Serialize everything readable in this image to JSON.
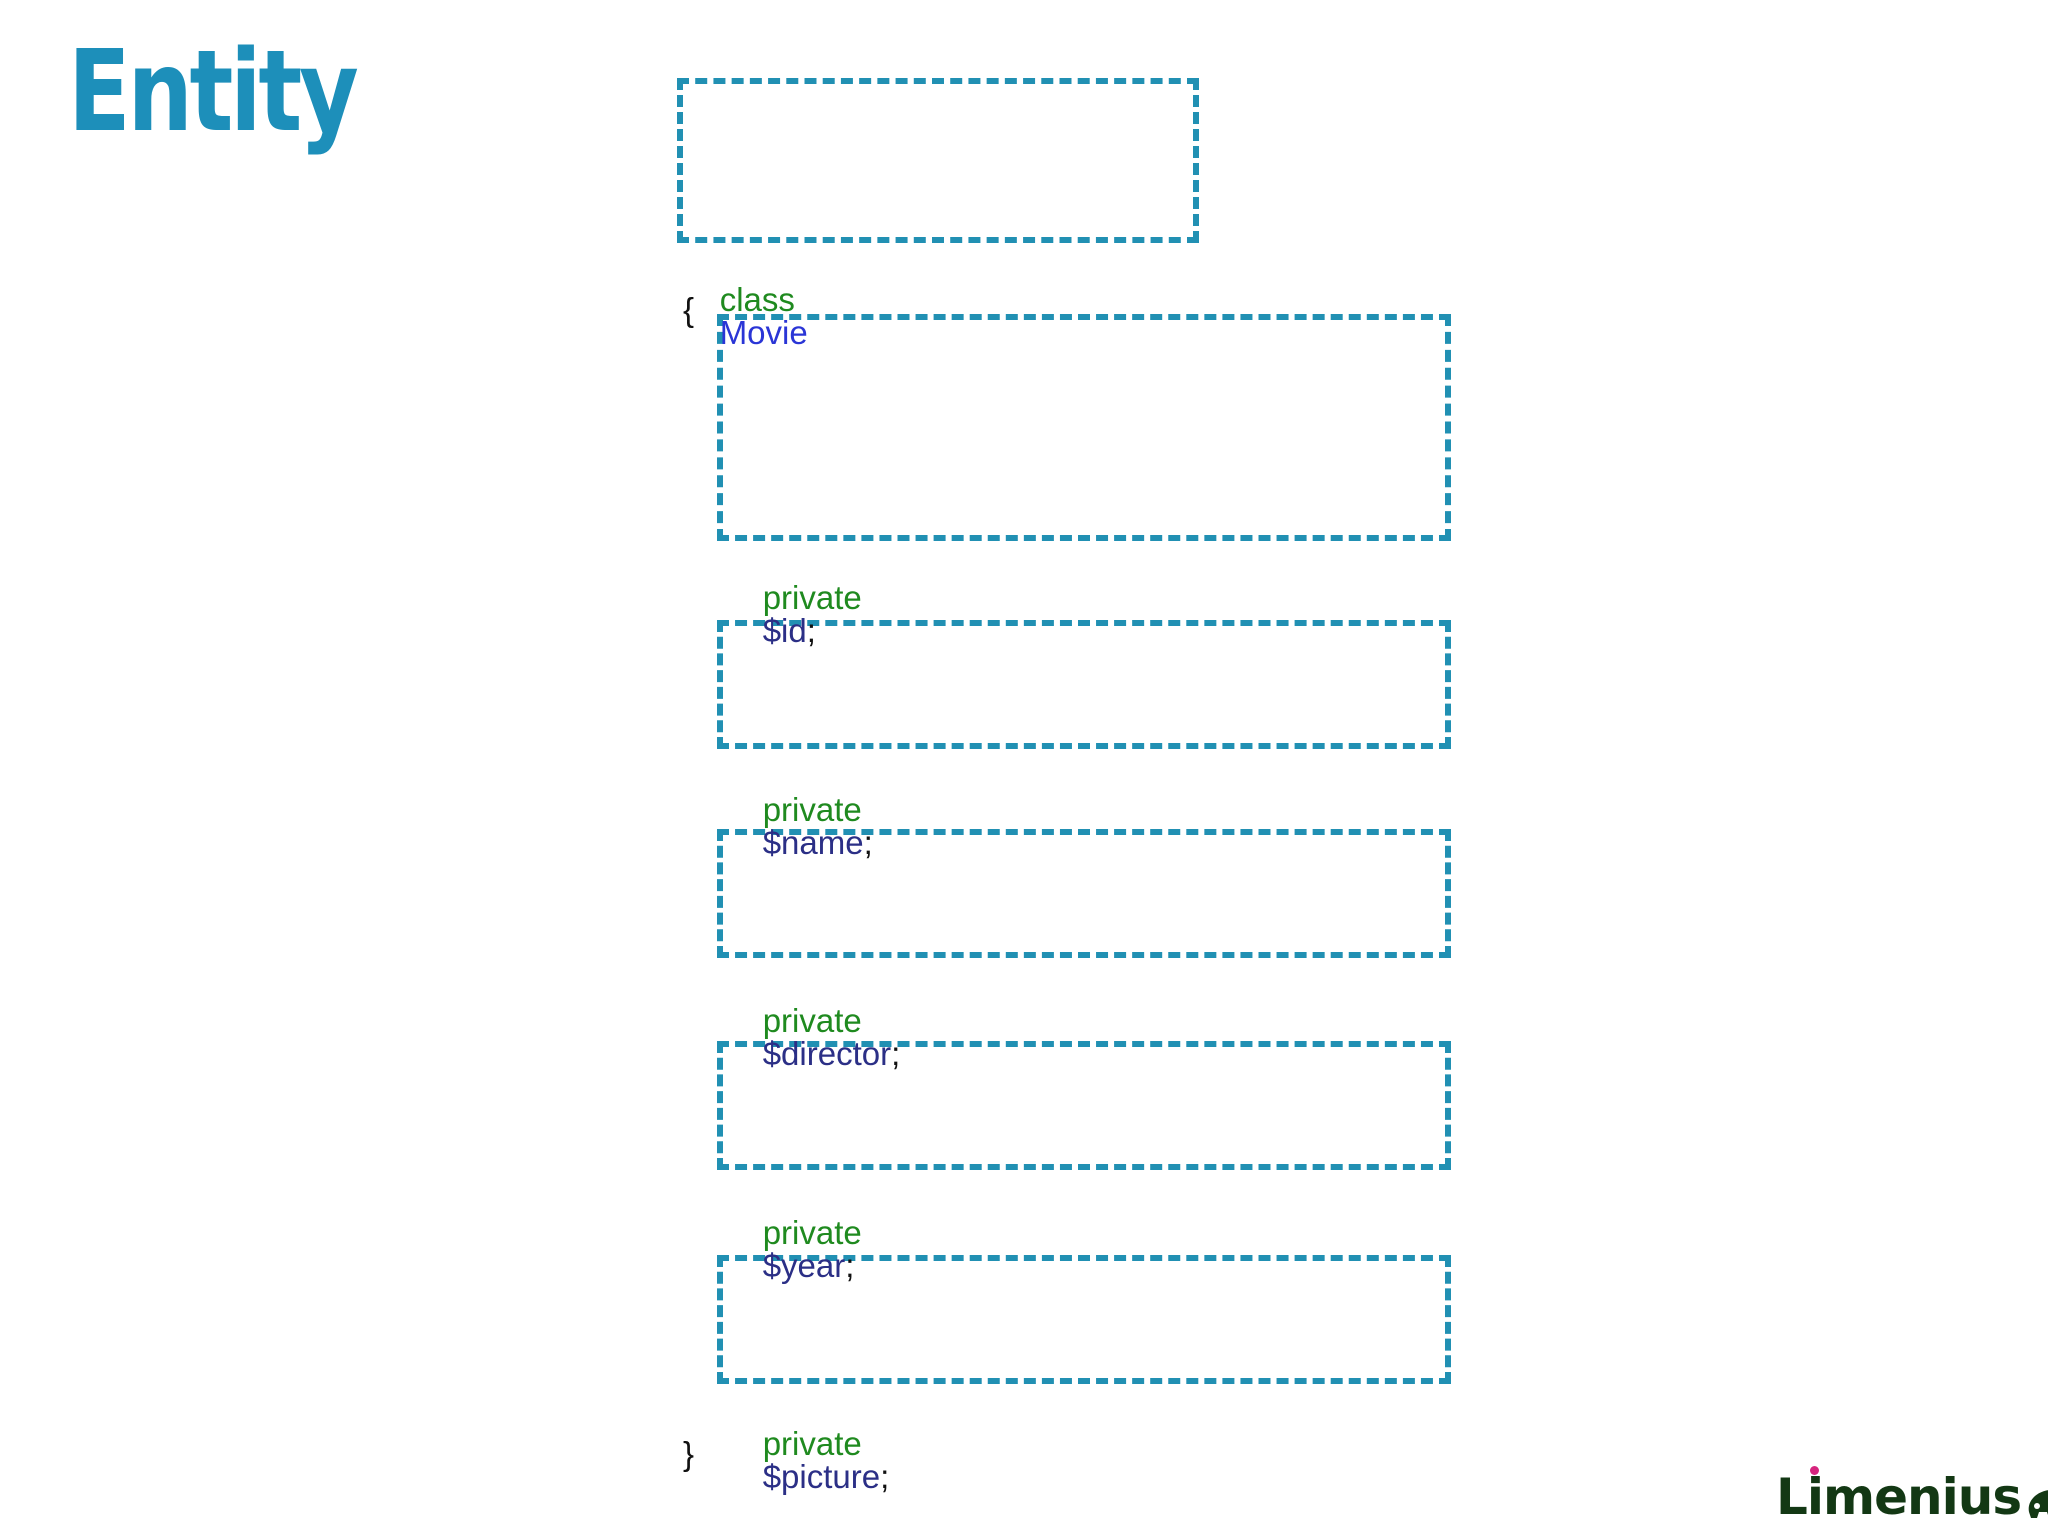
{
  "slide": {
    "title": "Entity"
  },
  "code": {
    "class_keyword": "class",
    "class_name": "Movie",
    "open_brace": "{",
    "close_brace": "}",
    "properties": [
      {
        "modifier": "private",
        "variable": "$id",
        "terminator": ";"
      },
      {
        "modifier": "private",
        "variable": "$name",
        "terminator": ";"
      },
      {
        "modifier": "private",
        "variable": "$director",
        "terminator": ";"
      },
      {
        "modifier": "private",
        "variable": "$year",
        "terminator": ";"
      },
      {
        "modifier": "private",
        "variable": "$picture",
        "terminator": ";"
      }
    ]
  },
  "logo": {
    "text": "Limenius",
    "icon": "bear-icon"
  },
  "colors": {
    "title": "#1d8fba",
    "dash_border": "#2190b3",
    "keyword": "#1f8a1f",
    "class_name": "#2a35d6",
    "variable": "#2b2f86",
    "logo_text": "#133814",
    "logo_dot": "#d6257e"
  }
}
